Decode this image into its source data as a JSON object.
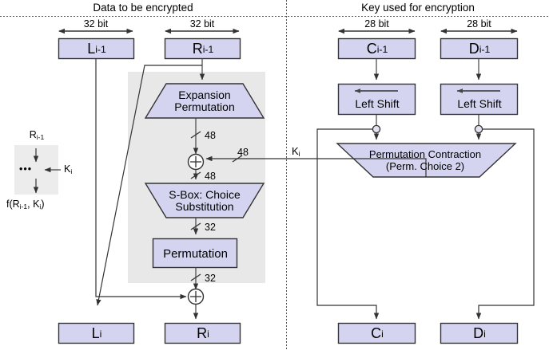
{
  "diagram": {
    "title_left": "Data to be encrypted",
    "title_right": "Key used for encryption",
    "bit_left_1": "32 bit",
    "bit_left_2": "32 bit",
    "bit_right_1": "28 bit",
    "bit_right_2": "28 bit",
    "colors": {
      "box_fill": "#d4d4f0",
      "box_stroke": "#333333",
      "shaded_region": "#e8e8e8",
      "line": "#333333",
      "text": "#000000"
    }
  },
  "blocks": {
    "l_prev": "L<sub>i-1</sub>",
    "r_prev": "R<sub>i-1</sub>",
    "c_prev": "C<sub>i-1</sub>",
    "d_prev": "D<sub>i-1</sub>",
    "l_next": "L<sub>i</sub>",
    "r_next": "R<sub>i</sub>",
    "c_next": "C<sub>i</sub>",
    "d_next": "D<sub>i</sub>",
    "expansion": "Expansion<br>Permutation",
    "sbox": "S-Box: Choice<br>Substitution",
    "permutation": "Permutation",
    "left_shift_1": "Left Shift",
    "left_shift_2": "Left Shift",
    "perm_contraction": "Permutation Contraction<br>(Perm. Choice 2)"
  },
  "wire_labels": {
    "exp_out": "48",
    "xor_out": "48",
    "key_in": "48",
    "sbox_out": "32",
    "perm_out": "32",
    "subkey": "K<sub>i</sub>"
  },
  "legend": {
    "input": "R<sub>i-1</sub>",
    "key": "K<sub>i</sub>",
    "dots": "•••",
    "output": "f(R<sub>i-1</sub>, K<sub>i</sub>)"
  }
}
